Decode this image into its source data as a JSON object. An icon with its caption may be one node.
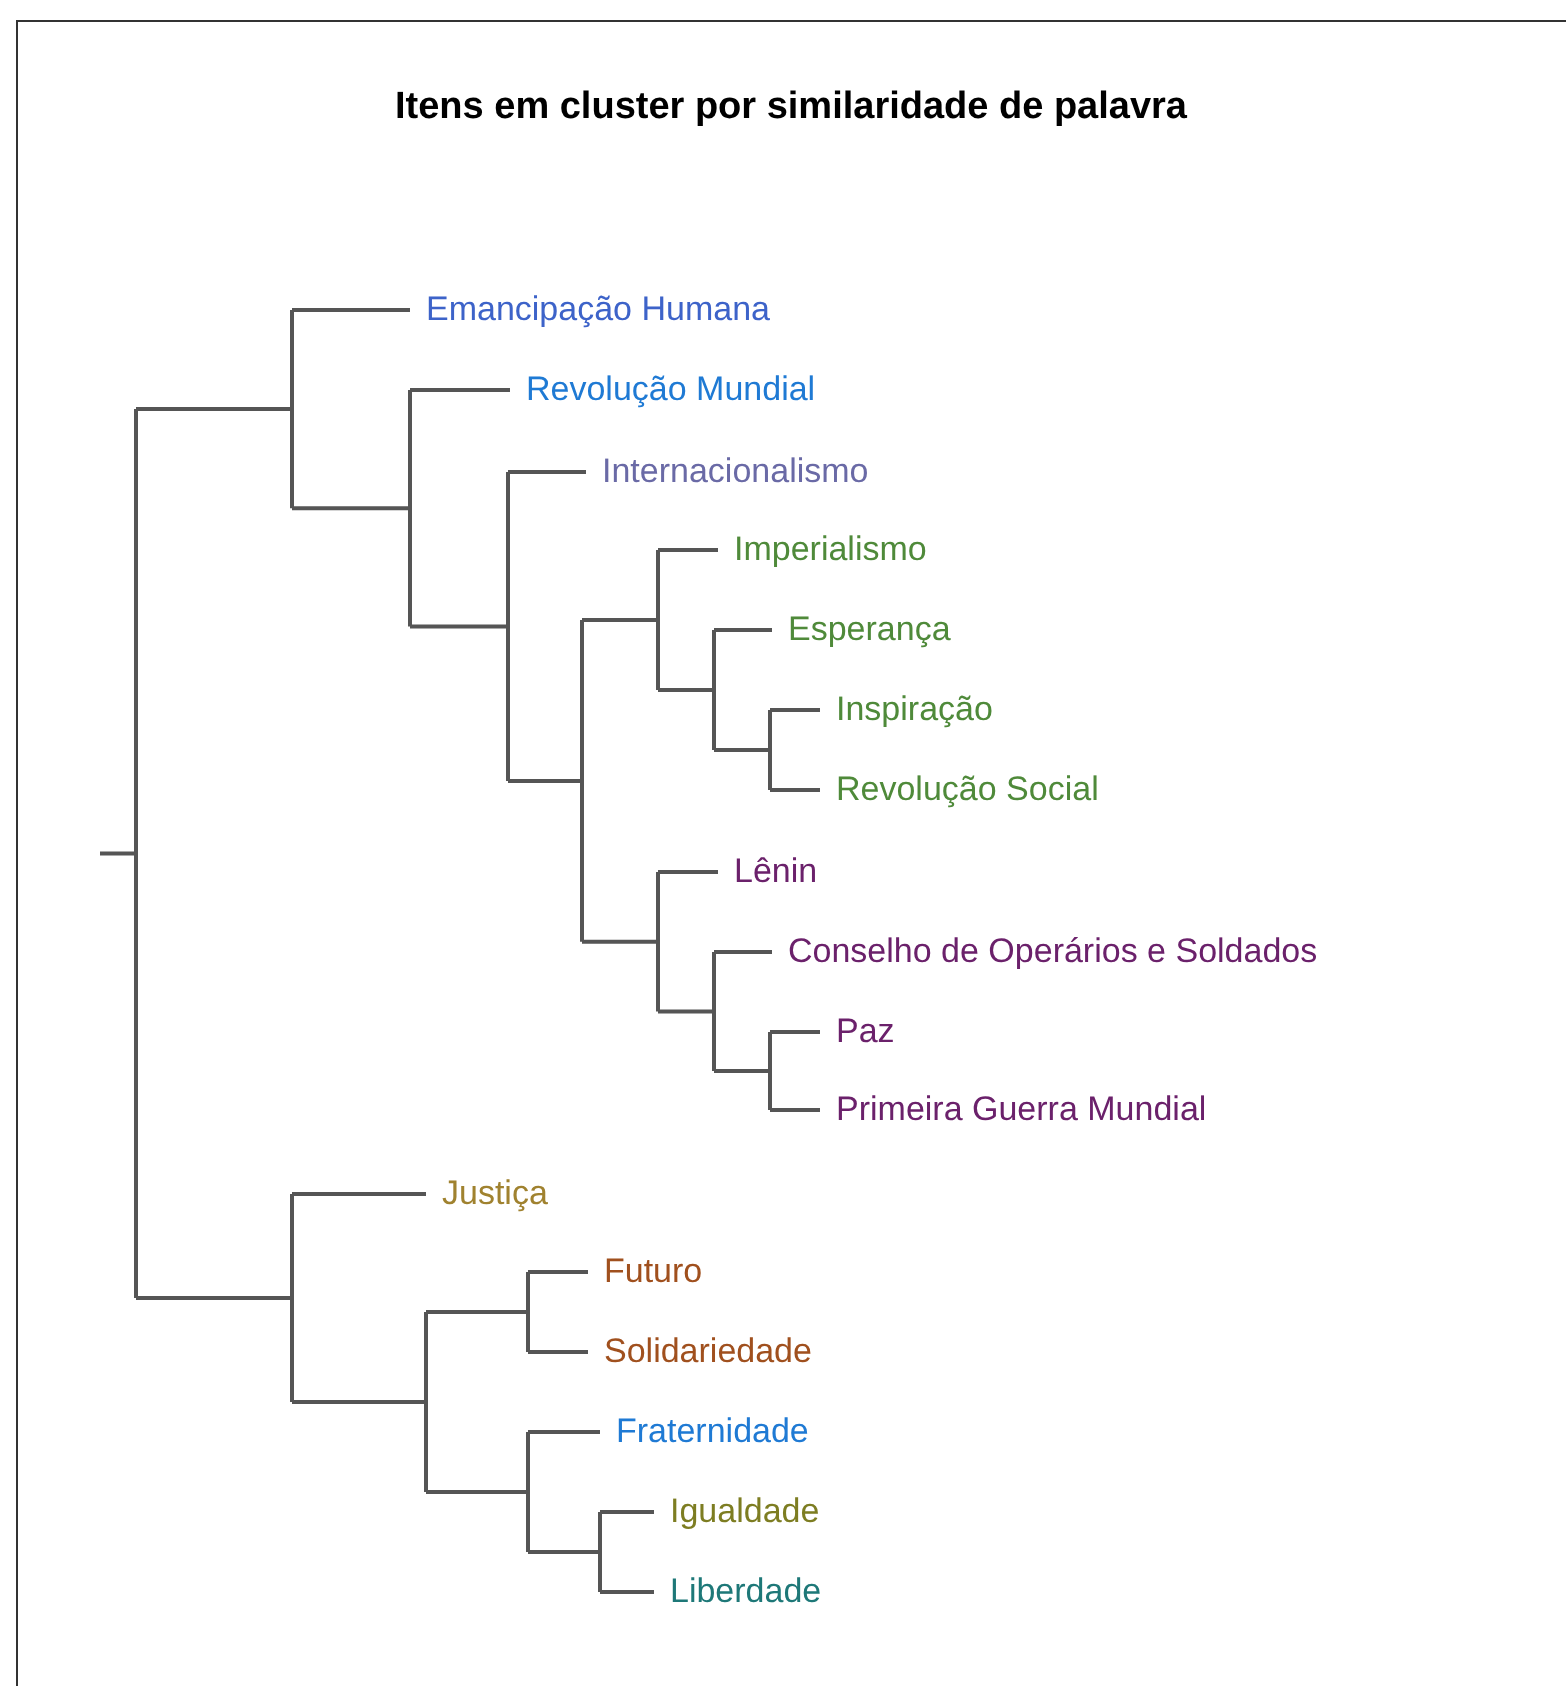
{
  "diagram": {
    "title": "Itens em cluster por similaridade de palavra",
    "labels": [
      "Emancipação Humana",
      "Revolução Mundial",
      "Internacionalismo",
      "Imperialismo",
      "Esperança",
      "Inspiração",
      "Revolução Social",
      "Lênin",
      "Conselho de Operários e Soldados",
      "Paz",
      "Primeira Guerra Mundial",
      "Justiça",
      "Futuro",
      "Solidariedade",
      "Fraternidade",
      "Igualdade",
      "Liberdade"
    ]
  }
}
